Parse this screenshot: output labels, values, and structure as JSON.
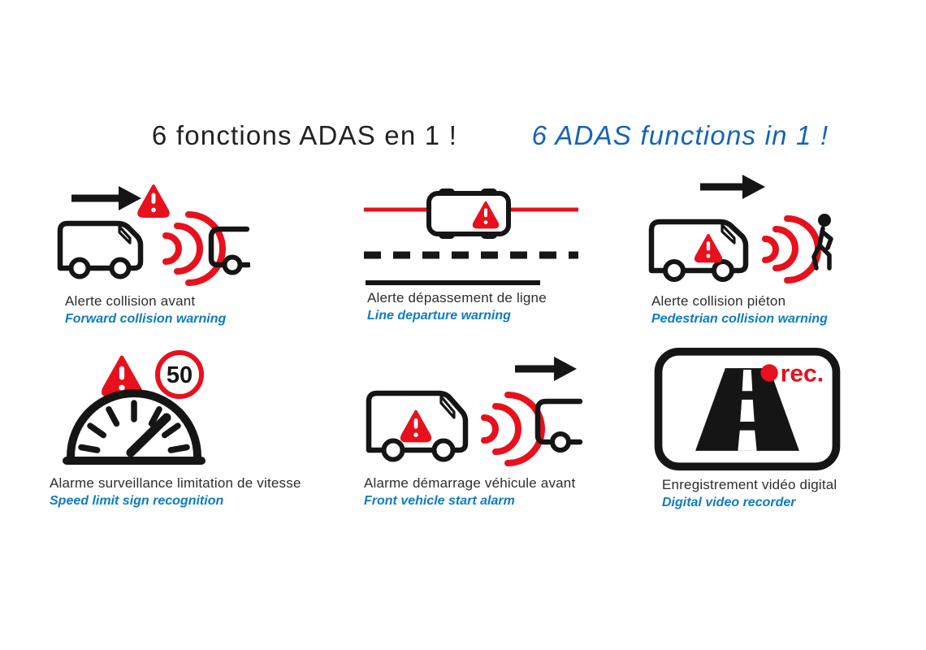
{
  "header": {
    "title_fr": "6 fonctions ADAS en 1 !",
    "title_en": "6 ADAS functions in 1 !"
  },
  "colors": {
    "warning_red": "#e8101c",
    "caption_blue": "#0e7cc1",
    "title_blue": "#1464b8",
    "ink_black": "#151515"
  },
  "features": [
    {
      "id": "forward-collision",
      "icon": "van-warning-waves-icon",
      "label_fr": "Alerte collision avant",
      "label_en": "Forward collision warning"
    },
    {
      "id": "line-departure",
      "icon": "car-top-lane-lines-icon",
      "label_fr": "Alerte dépassement de ligne",
      "label_en": "Line departure warning"
    },
    {
      "id": "pedestrian-collision",
      "icon": "van-waves-pedestrian-icon",
      "label_fr": "Alerte collision piéton",
      "label_en": "Pedestrian collision warning"
    },
    {
      "id": "speed-limit",
      "icon": "speedometer-warning-50-icon",
      "label_fr": "Alarme surveillance limitation de vitesse",
      "label_en": "Speed limit sign recognition"
    },
    {
      "id": "front-vehicle-start",
      "icon": "van-waves-front-vehicle-icon",
      "label_fr": "Alarme démarrage véhicule avant",
      "label_en": "Front vehicle start alarm"
    },
    {
      "id": "video-recorder",
      "icon": "road-screen-rec-icon",
      "label_fr": "Enregistrement vidéo digital",
      "label_en": "Digital video recorder"
    }
  ],
  "speed_sign": {
    "value": "50"
  },
  "dvr": {
    "rec_label": "rec."
  }
}
